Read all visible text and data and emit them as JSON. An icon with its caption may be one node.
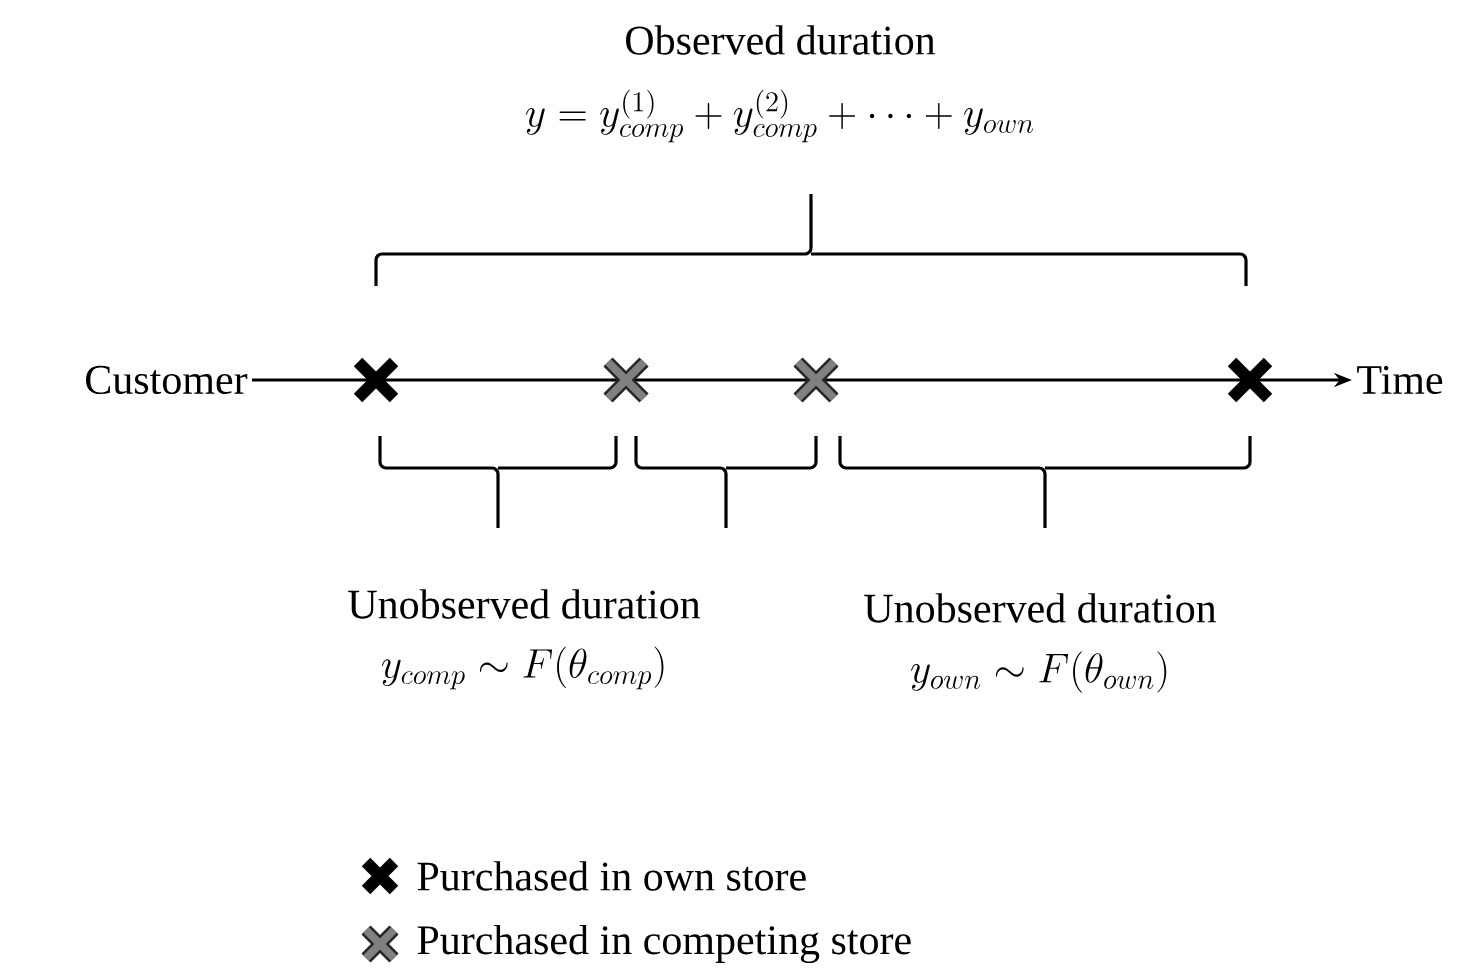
{
  "diagram": {
    "nodes": [
      {
        "text": [
          "Customer"
        ]
      },
      {
        "text": [
          "Time"
        ]
      }
    ],
    "edges": [
      {
        "from": 0,
        "to": 1,
        "arrow": "to"
      }
    ],
    "labels": [
      "Observed duration",
      "y = y^{(1)}_{comp} + y^{(2)}_{comp} + \\cdots + y_{own}",
      "Unobserved duration",
      "y_{comp} \\sim F(\\theta_{comp})",
      "Unobserved duration",
      "y_{own} \\sim F(\\theta_{own})"
    ],
    "legend": [
      {
        "text": "Purchased in own store"
      },
      {
        "text": "Purchased in competing store"
      }
    ]
  }
}
